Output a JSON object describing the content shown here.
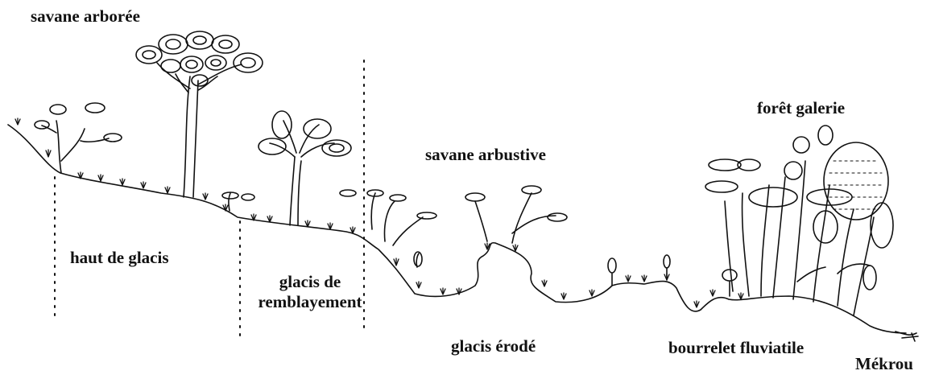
{
  "diagram": {
    "ink_color": "#111111",
    "background": "#ffffff",
    "labels": {
      "savane_arboree": "savane arborée",
      "foret_galerie": "forêt galerie",
      "savane_arbustive": "savane arbustive",
      "haut_de_glacis": "haut de glacis",
      "glacis_remblayement_line1": "glacis de",
      "glacis_remblayement_line2": "remblayement",
      "glacis_erode": "glacis érodé",
      "bourrelet_fluviatile": "bourrelet fluviatile",
      "mekrou": "Mékrou"
    }
  }
}
